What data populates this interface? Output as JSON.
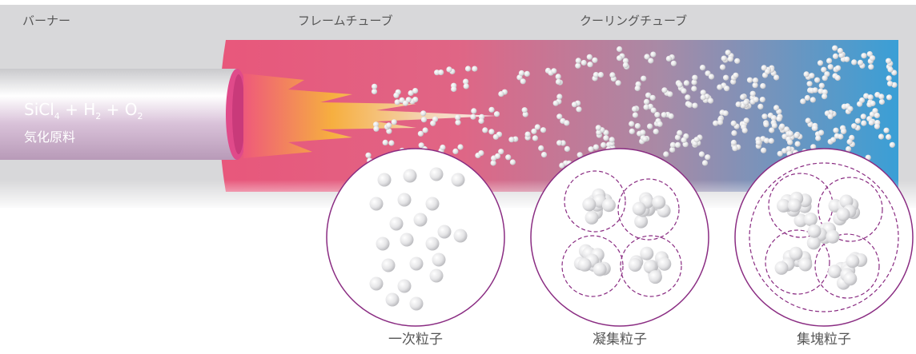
{
  "labels": {
    "burner": "バーナー",
    "flame_tube": "フレームチューブ",
    "cooling_tube": "クーリングチューブ"
  },
  "feed": {
    "formula_parts": [
      "SiCl",
      "4",
      " + H",
      "2",
      " + O",
      "2"
    ],
    "raw_material": "気化原料"
  },
  "particle_types": [
    {
      "label": "一次粒子"
    },
    {
      "label": "凝集粒子"
    },
    {
      "label": "集塊粒子"
    }
  ],
  "colors": {
    "background_band": "#d8d8da",
    "tube_pink": "#e8577b",
    "tube_blue": "#3a9fd6",
    "flame_orange": "#f6a93a",
    "circle_stroke": "#8a2c82",
    "particle": "#f2f2f2"
  }
}
